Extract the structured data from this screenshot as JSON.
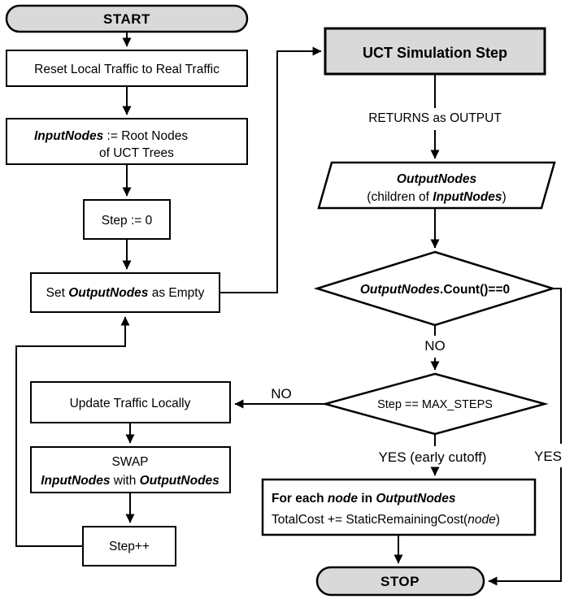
{
  "colors": {
    "background": "#ffffff",
    "process_fill": "#ffffff",
    "terminal_fill": "#d9d9d9",
    "stroke": "#000000"
  },
  "nodes": {
    "start": {
      "label": "START"
    },
    "reset_traffic": {
      "label": "Reset Local Traffic to Real Traffic"
    },
    "init_input_nodes": {
      "var": "InputNodes",
      "rest": " := Root Nodes",
      "line2": "of UCT Trees"
    },
    "step_init": {
      "label": "Step := 0"
    },
    "set_output_empty": {
      "pre": "Set ",
      "var": "OutputNodes",
      "post": " as Empty"
    },
    "uct_step": {
      "label": "UCT Simulation Step"
    },
    "output_nodes_io": {
      "line1": "OutputNodes",
      "line2_pre": "(children of ",
      "line2_var": "InputNodes",
      "line2_post": ")"
    },
    "count_decision": {
      "var": "OutputNodes",
      "rest": ".Count()==0"
    },
    "max_steps_decision": {
      "label": "Step == MAX_STEPS"
    },
    "update_traffic": {
      "label": "Update Traffic Locally"
    },
    "swap": {
      "line1": "SWAP",
      "var1": "InputNodes",
      "mid": " with ",
      "var2": "OutputNodes"
    },
    "step_increment": {
      "label": "Step++"
    },
    "foreach_cost": {
      "l1_pre": "For each ",
      "l1_var1": "node",
      "l1_mid": " in ",
      "l1_var2": "OutputNodes",
      "l2_pre": "TotalCost += StaticRemainingCost(",
      "l2_var": "node",
      "l2_post": ")"
    },
    "stop": {
      "label": "STOP"
    }
  },
  "edge_labels": {
    "returns": "RETURNS as OUTPUT",
    "no_count": "NO",
    "no_max_steps": "NO",
    "yes_early_cutoff": "YES (early cutoff)",
    "yes_count": "YES"
  }
}
